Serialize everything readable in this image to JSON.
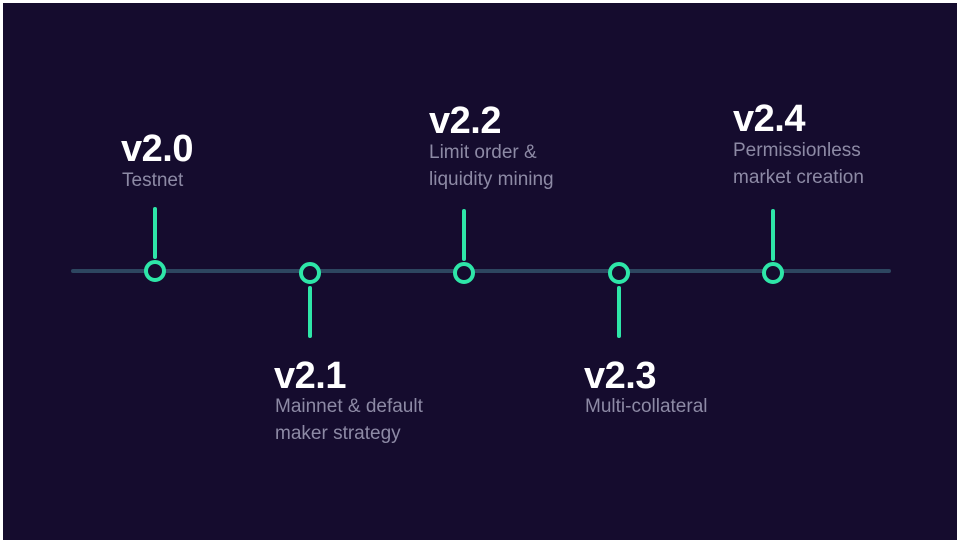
{
  "colors": {
    "background": "#150c2e",
    "axis": "#2d4660",
    "accent": "#2ee6a8",
    "title_text": "#ffffff",
    "description_text": "#8d8aa5"
  },
  "milestones": [
    {
      "version": "v2.0",
      "description": [
        "Testnet"
      ],
      "position": "above"
    },
    {
      "version": "v2.1",
      "description": [
        "Mainnet & default",
        "maker strategy"
      ],
      "position": "below"
    },
    {
      "version": "v2.2",
      "description": [
        "Limit order &",
        "liquidity mining"
      ],
      "position": "above"
    },
    {
      "version": "v2.3",
      "description": [
        "Multi-collateral"
      ],
      "position": "below"
    },
    {
      "version": "v2.4",
      "description": [
        "Permissionless",
        "market creation"
      ],
      "position": "above"
    }
  ]
}
